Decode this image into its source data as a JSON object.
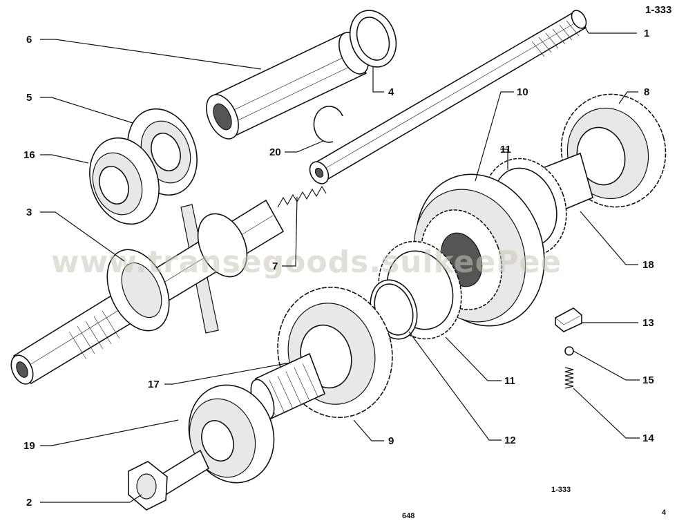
{
  "header": {
    "figure_code": "1-333"
  },
  "footer": {
    "figure_code": "1-333",
    "page_number": "648",
    "side_mark": "4"
  },
  "watermark": "www.transegoods.sulkeePee",
  "callouts": {
    "c1": "1",
    "c2": "2",
    "c3": "3",
    "c4": "4",
    "c5": "5",
    "c6": "6",
    "c7": "7",
    "c8": "8",
    "c9": "9",
    "c10": "10",
    "c11a": "11",
    "c11b": "11",
    "c12": "12",
    "c13": "13",
    "c14": "14",
    "c15": "15",
    "c16": "16",
    "c17": "17",
    "c18": "18",
    "c19": "19",
    "c20": "20"
  }
}
